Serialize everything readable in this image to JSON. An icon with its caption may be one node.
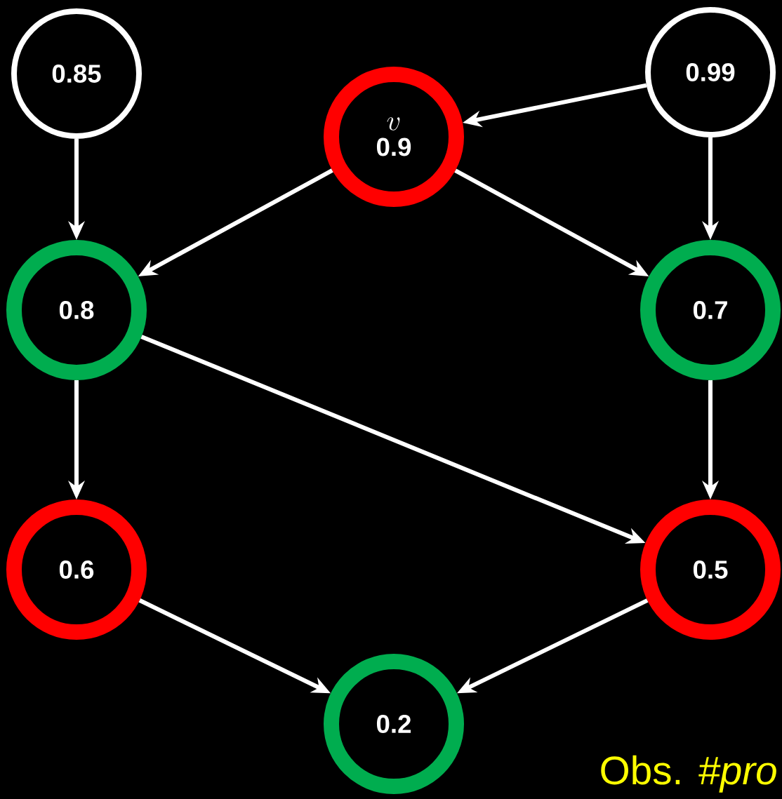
{
  "diagram": {
    "nodes": [
      {
        "text": [
          "0.85"
        ]
      },
      {
        "text": [
          "0.99"
        ]
      },
      {
        "text": [
          "v",
          "0.9"
        ]
      },
      {
        "text": [
          "0.8"
        ]
      },
      {
        "text": [
          "0.7"
        ]
      },
      {
        "text": [
          "0.6"
        ]
      },
      {
        "text": [
          "0.5"
        ]
      },
      {
        "text": [
          "0.2"
        ]
      }
    ],
    "edges": [
      {
        "from": 1,
        "to": 2,
        "arrow": "to"
      },
      {
        "from": 0,
        "to": 3,
        "arrow": "to"
      },
      {
        "from": 1,
        "to": 4,
        "arrow": "to"
      },
      {
        "from": 2,
        "to": 3,
        "arrow": "to"
      },
      {
        "from": 2,
        "to": 4,
        "arrow": "to"
      },
      {
        "from": 3,
        "to": 5,
        "arrow": "to"
      },
      {
        "from": 3,
        "to": 6,
        "arrow": "to"
      },
      {
        "from": 4,
        "to": 6,
        "arrow": "to"
      },
      {
        "from": 5,
        "to": 7,
        "arrow": "to"
      },
      {
        "from": 6,
        "to": 7,
        "arrow": "to"
      }
    ],
    "labels": [
      "Obs. *#pro*"
    ]
  }
}
